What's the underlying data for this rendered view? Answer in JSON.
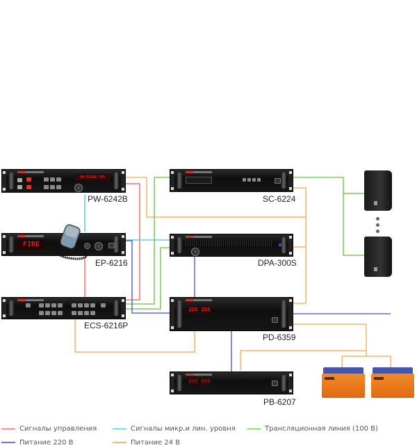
{
  "diagram": {
    "devices": [
      {
        "id": "pw6242b",
        "label": "PW-6242B",
        "display": "PW 6242B 70%"
      },
      {
        "id": "ep6216",
        "label": "EP-6216",
        "display": "FIRE"
      },
      {
        "id": "ecs6216p",
        "label": "ECS-6216P"
      },
      {
        "id": "sc6224",
        "label": "SC-6224"
      },
      {
        "id": "dpa300s",
        "label": "DPA-300S"
      },
      {
        "id": "pd6359",
        "label": "PD-6359",
        "display_left": "225",
        "display_right": "225"
      },
      {
        "id": "pb6207",
        "label": "PB-6207",
        "display_left": "888",
        "display_right": "888"
      }
    ],
    "speakers": {
      "count_shown": 2,
      "ellipsis": true
    },
    "batteries": {
      "count_shown": 2
    }
  },
  "colors": {
    "control": "#f05a5a",
    "mic_line": "#3ec0e8",
    "line_100v": "#62c43a",
    "power_220": "#4848e0",
    "power_24": "#f5a850"
  },
  "legend": [
    {
      "key": "control",
      "label": "Сигналы управления",
      "color": "#f05a5a"
    },
    {
      "key": "mic_line",
      "label": "Сигналы микр.и лин. уровня",
      "color": "#3ec0e8"
    },
    {
      "key": "line_100v",
      "label": "Трансляционная линия (100 В)",
      "color": "#62c43a"
    },
    {
      "key": "power_220",
      "label": "Питание 220 В",
      "color": "#7070e8"
    },
    {
      "key": "power_24",
      "label": "Питание 24 В",
      "color": "#f5b870"
    }
  ]
}
